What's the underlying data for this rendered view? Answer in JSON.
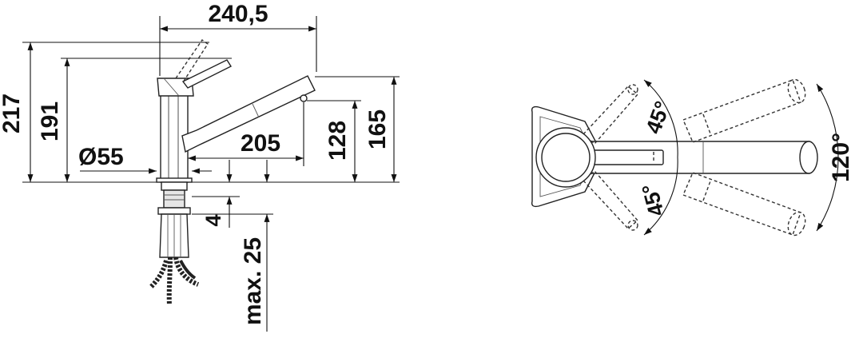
{
  "side_view": {
    "width_total": "240,5",
    "height_total": "217",
    "height_spout_top": "191",
    "diameter_base": "Ø55",
    "spout_reach": "205",
    "height_outlet": "128",
    "height_outlet_top": "165",
    "base_thickness": "4",
    "max_counter_thickness": "max. 25"
  },
  "top_view": {
    "lever_angle_up": "45°",
    "lever_angle_down": "45°",
    "spout_swivel": "120°"
  }
}
